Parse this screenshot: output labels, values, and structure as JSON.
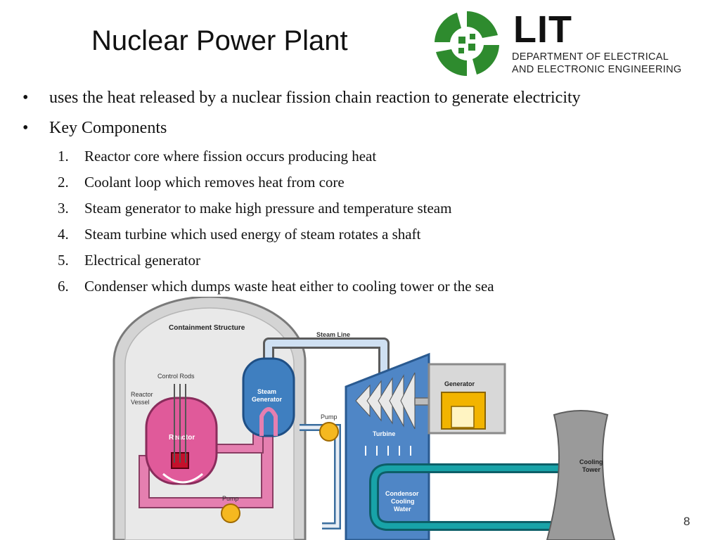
{
  "slide": {
    "title": "Nuclear Power Plant",
    "page_number": "8"
  },
  "logo": {
    "name": "LIT",
    "department_line1": "DEPARTMENT OF ELECTRICAL",
    "department_line2": "AND ELECTRONIC ENGINEERING",
    "colors": {
      "mark": "#2e8b2e",
      "text": "#111111"
    }
  },
  "bullets": [
    {
      "marker": "•",
      "text": "uses the heat released by a nuclear fission chain reaction to generate electricity"
    },
    {
      "marker": "•",
      "text": "Key Components"
    }
  ],
  "components": [
    {
      "num": "1.",
      "text": "Reactor core where fission occurs  producing heat"
    },
    {
      "num": "2.",
      "text": "Coolant loop which removes heat from core"
    },
    {
      "num": "3.",
      "text": "Steam generator to make high pressure and temperature steam"
    },
    {
      "num": "4.",
      "text": "Steam turbine which used energy of steam rotates a shaft"
    },
    {
      "num": "5.",
      "text": "Electrical generator"
    },
    {
      "num": "6.",
      "text": "Condenser  which dumps waste heat either to cooling tower or the sea"
    }
  ],
  "diagram": {
    "labels": {
      "containment": "Containment Structure",
      "control_rods": "Control Rods",
      "reactor_vessel_1": "Reactor",
      "reactor_vessel_2": "Vessel",
      "reactor": "Reactor",
      "steam_generator_1": "Steam",
      "steam_generator_2": "Generator",
      "steam_line": "Steam Line",
      "pump_top": "Pump",
      "pump_bottom": "Pump",
      "turbine": "Turbine",
      "generator": "Generator",
      "condenser_1": "Condensor",
      "condenser_2": "Cooling",
      "condenser_3": "Water",
      "cooling_tower_1": "Cooling",
      "cooling_tower_2": "Tower"
    },
    "colors": {
      "containment": "#d4d4d4",
      "reactor": "#e05a9a",
      "steam_generator": "#3f7fc0",
      "turbine": "#4f86c6",
      "generator": "#f2b400",
      "pump": "#f5b820",
      "steam_pipe": "#cfe0f2",
      "coolant_pipe": "#e57fb0",
      "condenser_pipe": "#18a3a8",
      "cooling_tower": "#9a9a9a"
    }
  }
}
